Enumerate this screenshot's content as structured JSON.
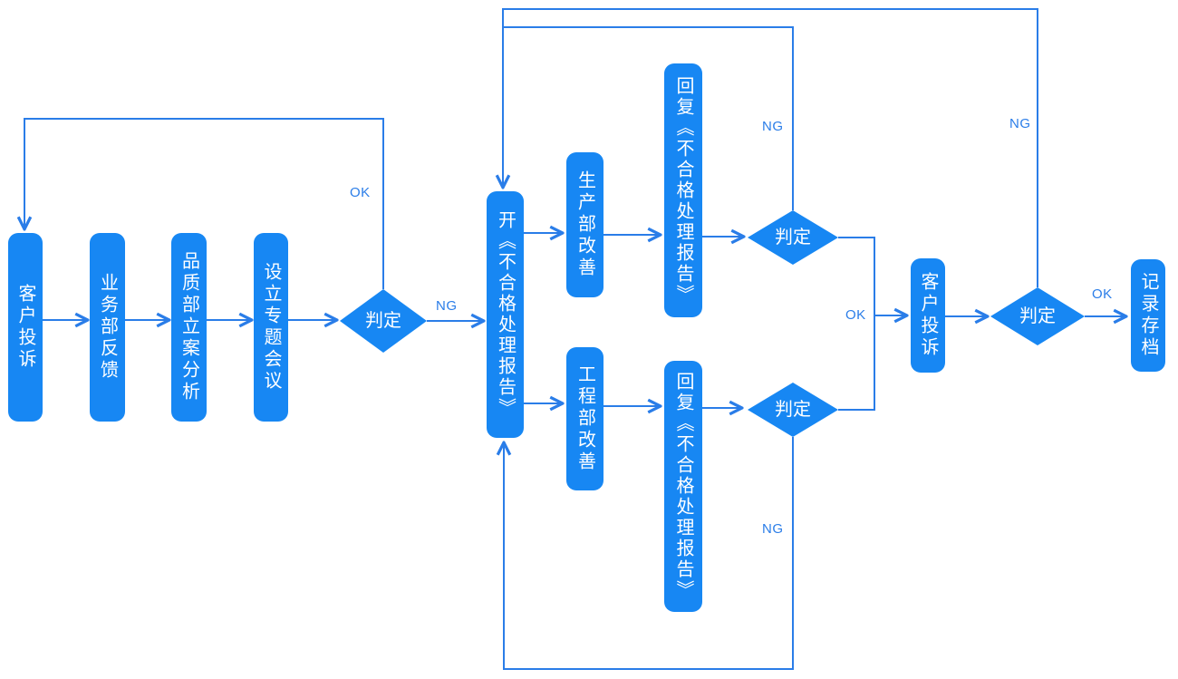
{
  "colors": {
    "shape_fill": "#1787f3",
    "connector": "#2a7de8",
    "node_text": "#ffffff",
    "background": "#ffffff"
  },
  "nodes": {
    "customer_complaint_1": "客户投诉",
    "business_feedback": "业务部反馈",
    "quality_case_analysis": "品质部立案分析",
    "special_meeting": "设立专题会议",
    "decision_1": "判定",
    "open_report": "开《不合格处理报告》",
    "production_improve": "生产部改善",
    "reply_report_top": "回复《不合格处理报告》",
    "decision_2": "判定",
    "engineering_improve": "工程部改善",
    "reply_report_bottom": "回复《不合格处理报告》",
    "decision_3": "判定",
    "customer_complaint_2": "客户投诉",
    "decision_4": "判定",
    "record_archive": "记录存档"
  },
  "edge_labels": {
    "ok_decision1_loop": "OK",
    "ng_decision1": "NG",
    "ng_decision2": "NG",
    "ng_decision3": "NG",
    "ok_merge": "OK",
    "ng_decision4": "NG",
    "ok_final": "OK"
  }
}
